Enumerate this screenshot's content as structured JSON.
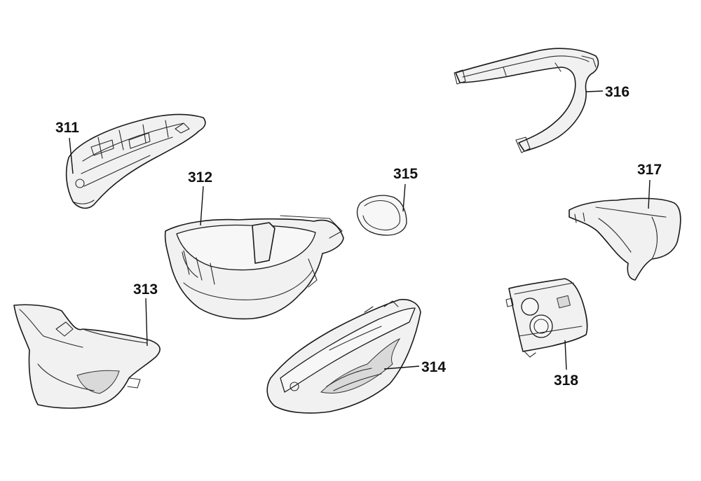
{
  "callouts": [
    {
      "id": "311",
      "label": "311"
    },
    {
      "id": "312",
      "label": "312"
    },
    {
      "id": "313",
      "label": "313"
    },
    {
      "id": "314",
      "label": "314"
    },
    {
      "id": "315",
      "label": "315"
    },
    {
      "id": "316",
      "label": "316"
    },
    {
      "id": "317",
      "label": "317"
    },
    {
      "id": "318",
      "label": "318"
    }
  ]
}
